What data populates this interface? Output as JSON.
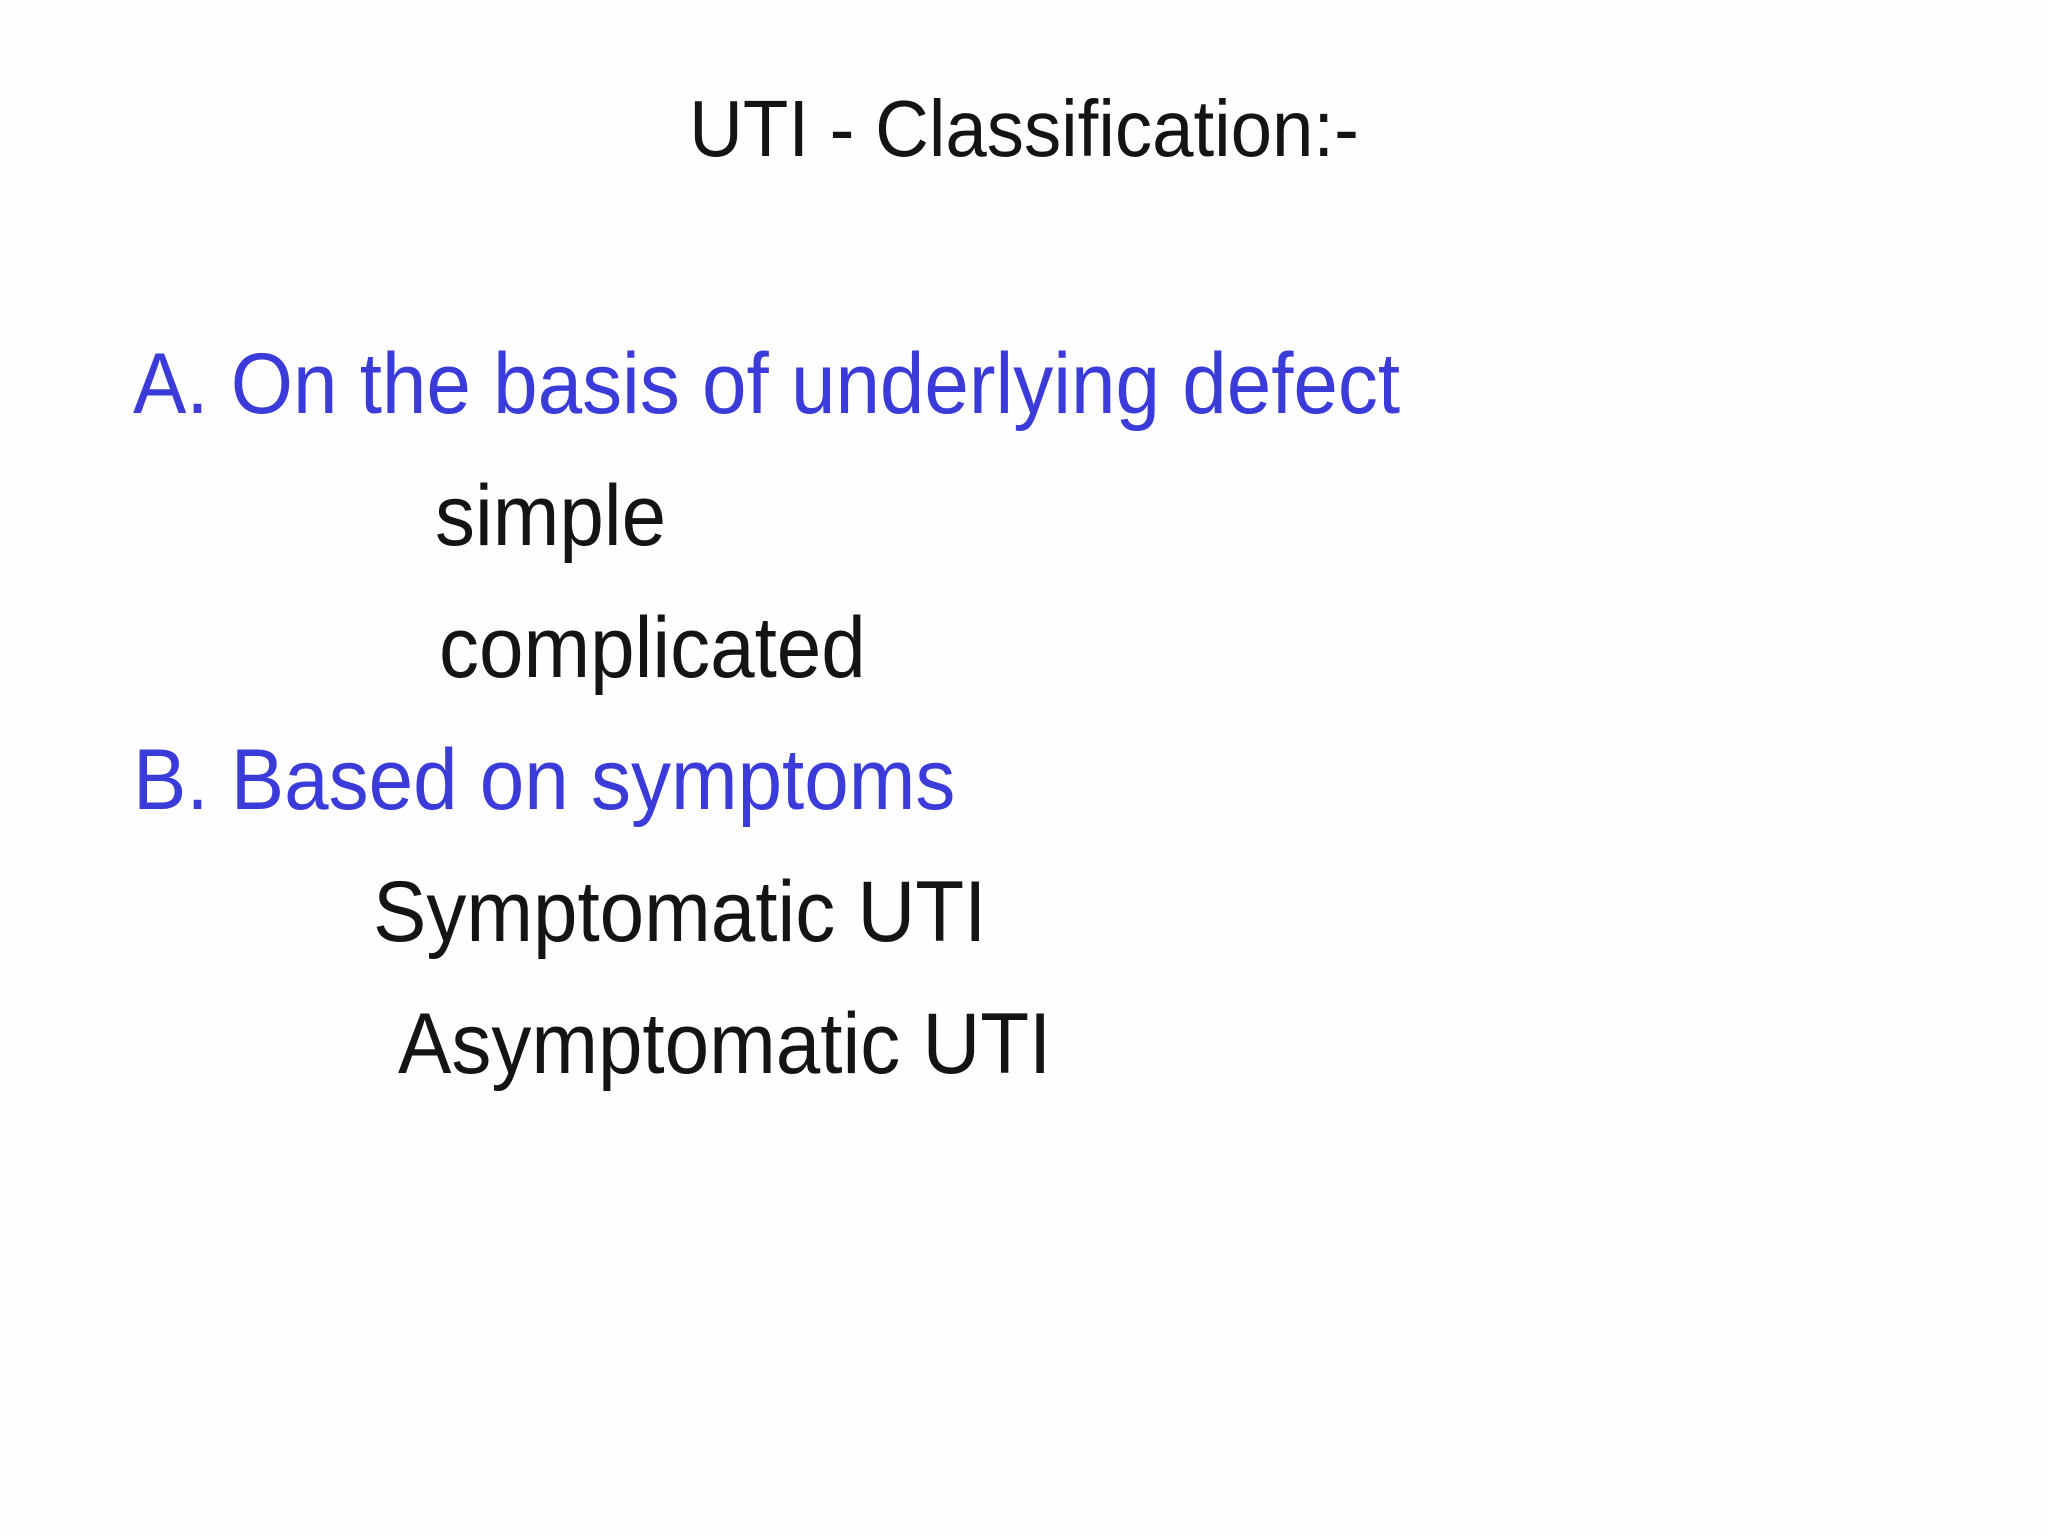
{
  "slide": {
    "title": "UTI - Classification:-",
    "colors": {
      "background": "#fefefe",
      "heading": "#3b3bd9",
      "body": "#141414"
    },
    "sections": [
      {
        "heading": "A. On the basis of underlying defect",
        "items": [
          "simple",
          "complicated"
        ]
      },
      {
        "heading": "B. Based on symptoms",
        "items": [
          "Symptomatic UTI",
          "Asymptomatic UTI"
        ]
      }
    ]
  }
}
